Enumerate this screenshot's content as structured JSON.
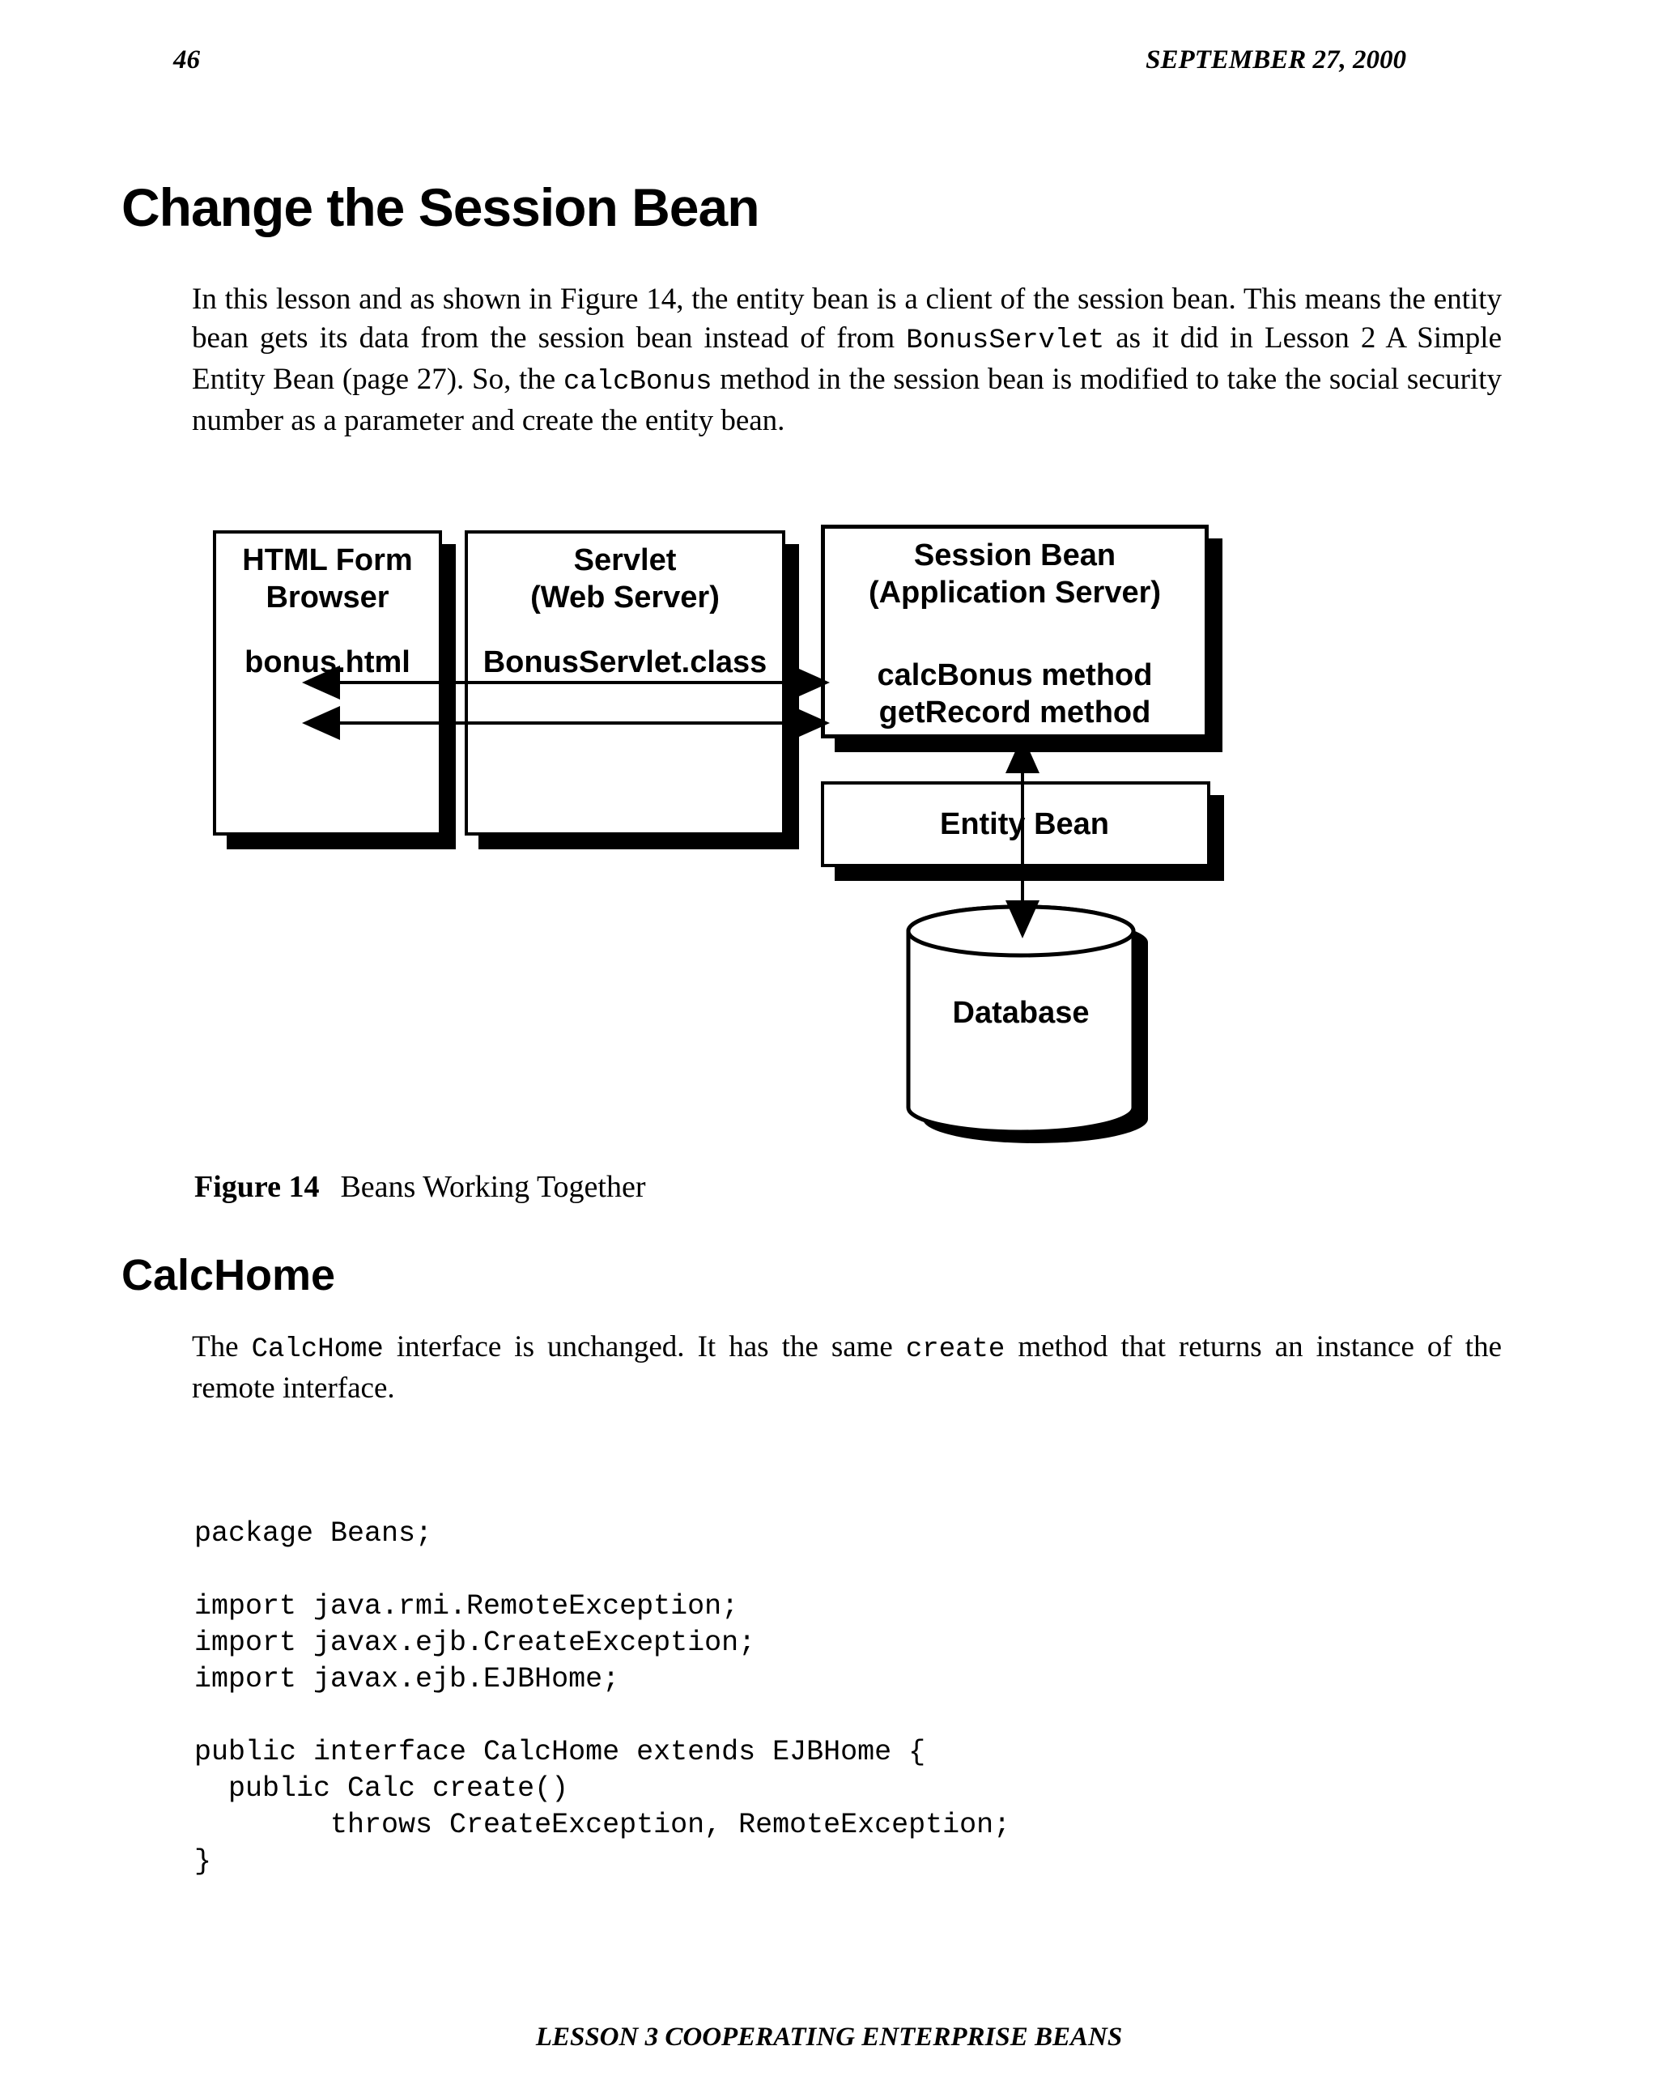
{
  "header": {
    "page_number": "46",
    "date": "SEPTEMBER 27, 2000"
  },
  "title": "Change the Session Bean",
  "intro": {
    "part1": "In this lesson and as shown in Figure 14, the entity bean is a client of the session bean. This means the entity bean gets its data from the session bean instead of from ",
    "code1": "BonusServlet",
    "part2": " as it did in Lesson 2 A Simple Entity Bean (page 27). So, the ",
    "code2": "calcBonus",
    "part3": " method in the session bean is modified to take the social security number as a parameter and create the entity bean."
  },
  "figure": {
    "label": "Figure 14",
    "caption": "Beans Working Together",
    "html_form_box": {
      "title_line1": "HTML Form",
      "title_line2": "Browser",
      "file": "bonus.html"
    },
    "servlet_box": {
      "title_line1": "Servlet",
      "title_line2": "(Web Server)",
      "file": "BonusServlet.class"
    },
    "session_bean_box": {
      "title_line1": "Session Bean",
      "title_line2": "(Application Server)",
      "method1": "calcBonus method",
      "method2": "getRecord method"
    },
    "entity_bean_box": {
      "label": "Entity Bean"
    },
    "database": {
      "label": "Database"
    }
  },
  "section": {
    "heading": "CalcHome",
    "part1": "The ",
    "code1": "CalcHome",
    "part2": " interface is unchanged. It has the same ",
    "code2": "create",
    "part3": " method that returns an instance of the remote interface."
  },
  "code": {
    "lines": [
      "package Beans;",
      "",
      "import java.rmi.RemoteException;",
      "import javax.ejb.CreateException;",
      "import javax.ejb.EJBHome;",
      "",
      "public interface CalcHome extends EJBHome {",
      "  public Calc create()",
      "        throws CreateException, RemoteException;",
      "}"
    ]
  },
  "footer": "LESSON 3 COOPERATING ENTERPRISE BEANS",
  "colors": {
    "ink": "#000000",
    "paper": "#ffffff"
  }
}
